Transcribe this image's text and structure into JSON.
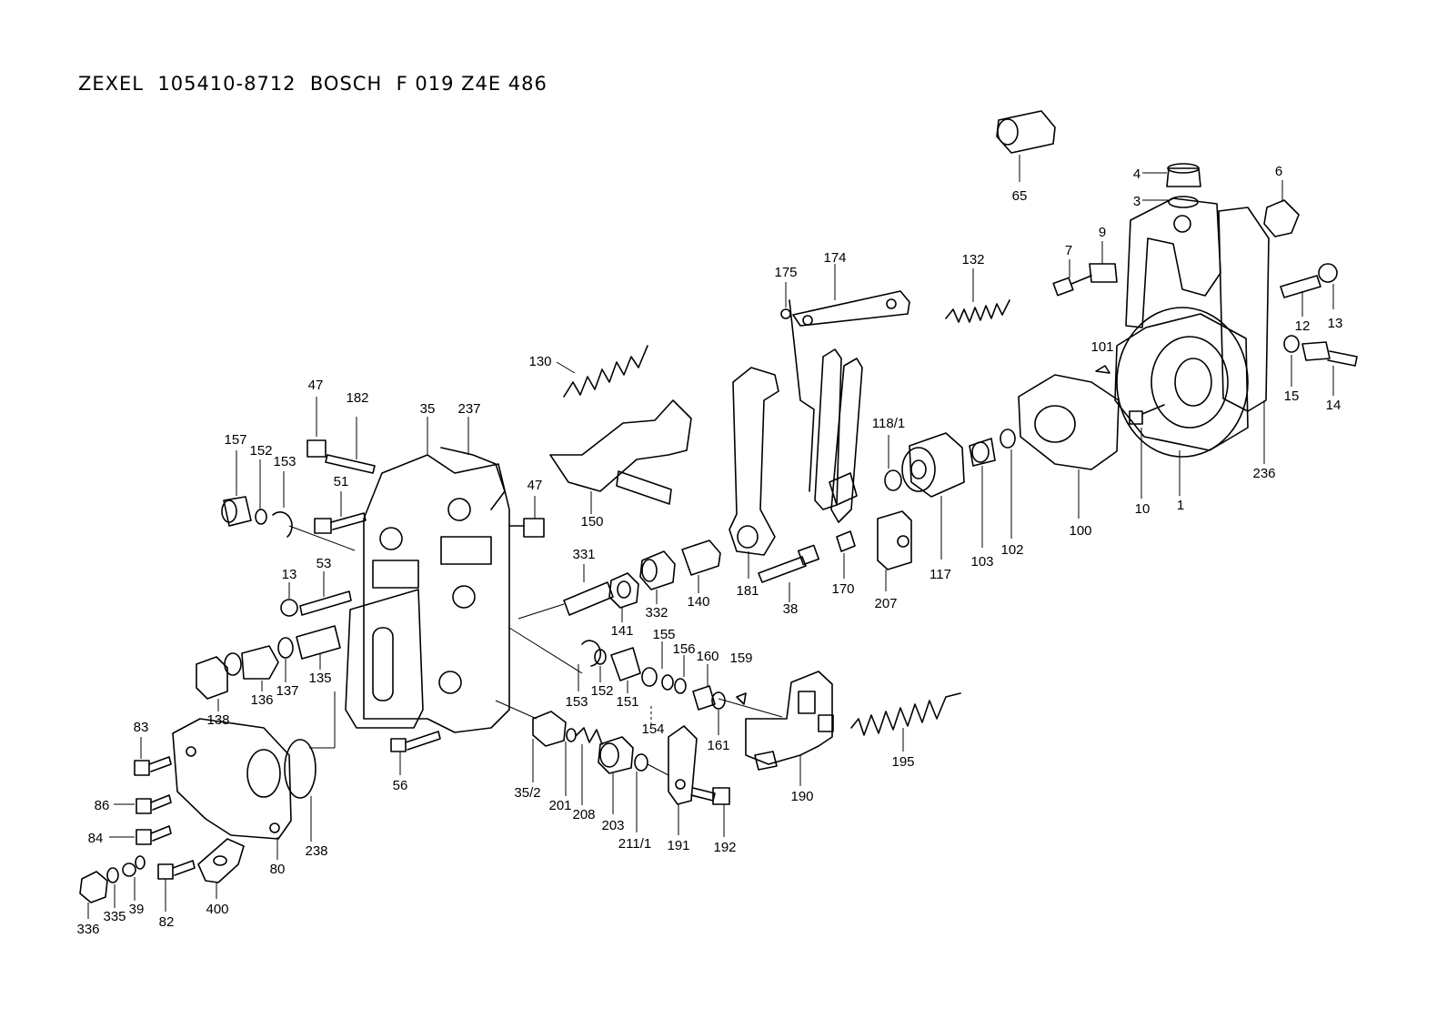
{
  "header": {
    "title": "ZEXEL  105410-8712  BOSCH  F 019 Z4E 486"
  },
  "callouts": [
    {
      "id": "65",
      "label": "65"
    },
    {
      "id": "4",
      "label": "4"
    },
    {
      "id": "3",
      "label": "3"
    },
    {
      "id": "6",
      "label": "6"
    },
    {
      "id": "7",
      "label": "7"
    },
    {
      "id": "9",
      "label": "9"
    },
    {
      "id": "12",
      "label": "12"
    },
    {
      "id": "13a",
      "label": "13"
    },
    {
      "id": "101",
      "label": "101"
    },
    {
      "id": "15",
      "label": "15"
    },
    {
      "id": "14",
      "label": "14"
    },
    {
      "id": "236",
      "label": "236"
    },
    {
      "id": "10",
      "label": "10"
    },
    {
      "id": "1",
      "label": "1"
    },
    {
      "id": "100",
      "label": "100"
    },
    {
      "id": "102",
      "label": "102"
    },
    {
      "id": "103",
      "label": "103"
    },
    {
      "id": "117",
      "label": "117"
    },
    {
      "id": "118_1",
      "label": "118/1"
    },
    {
      "id": "207",
      "label": "207"
    },
    {
      "id": "170",
      "label": "170"
    },
    {
      "id": "175",
      "label": "175"
    },
    {
      "id": "174",
      "label": "174"
    },
    {
      "id": "132",
      "label": "132"
    },
    {
      "id": "130",
      "label": "130"
    },
    {
      "id": "150",
      "label": "150"
    },
    {
      "id": "181",
      "label": "181"
    },
    {
      "id": "38",
      "label": "38"
    },
    {
      "id": "47a",
      "label": "47"
    },
    {
      "id": "182",
      "label": "182"
    },
    {
      "id": "35",
      "label": "35"
    },
    {
      "id": "237",
      "label": "237"
    },
    {
      "id": "157",
      "label": "157"
    },
    {
      "id": "152a",
      "label": "152"
    },
    {
      "id": "153a",
      "label": "153"
    },
    {
      "id": "51",
      "label": "51"
    },
    {
      "id": "47b",
      "label": "47"
    },
    {
      "id": "331",
      "label": "331"
    },
    {
      "id": "141",
      "label": "141"
    },
    {
      "id": "332",
      "label": "332"
    },
    {
      "id": "140",
      "label": "140"
    },
    {
      "id": "13b",
      "label": "13"
    },
    {
      "id": "53",
      "label": "53"
    },
    {
      "id": "138",
      "label": "138"
    },
    {
      "id": "136",
      "label": "136"
    },
    {
      "id": "137",
      "label": "137"
    },
    {
      "id": "135",
      "label": "135"
    },
    {
      "id": "153b",
      "label": "153"
    },
    {
      "id": "152b",
      "label": "152"
    },
    {
      "id": "151",
      "label": "151"
    },
    {
      "id": "154",
      "label": "154"
    },
    {
      "id": "155",
      "label": "155"
    },
    {
      "id": "156",
      "label": "156"
    },
    {
      "id": "160",
      "label": "160"
    },
    {
      "id": "161",
      "label": "161"
    },
    {
      "id": "159",
      "label": "159"
    },
    {
      "id": "190",
      "label": "190"
    },
    {
      "id": "195",
      "label": "195"
    },
    {
      "id": "83",
      "label": "83"
    },
    {
      "id": "86",
      "label": "86"
    },
    {
      "id": "84",
      "label": "84"
    },
    {
      "id": "336",
      "label": "336"
    },
    {
      "id": "335",
      "label": "335"
    },
    {
      "id": "39",
      "label": "39"
    },
    {
      "id": "82",
      "label": "82"
    },
    {
      "id": "400",
      "label": "400"
    },
    {
      "id": "80",
      "label": "80"
    },
    {
      "id": "238",
      "label": "238"
    },
    {
      "id": "56",
      "label": "56"
    },
    {
      "id": "35_2",
      "label": "35/2"
    },
    {
      "id": "201",
      "label": "201"
    },
    {
      "id": "208",
      "label": "208"
    },
    {
      "id": "203",
      "label": "203"
    },
    {
      "id": "211_1",
      "label": "211/1"
    },
    {
      "id": "191",
      "label": "191"
    },
    {
      "id": "192",
      "label": "192"
    }
  ]
}
